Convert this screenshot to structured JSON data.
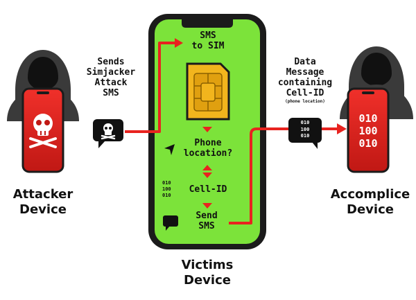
{
  "colors": {
    "red": "#e8231f",
    "dark_red": "#b01412",
    "green": "#7ce33a",
    "phone_body": "#1b1b1b",
    "black": "#111111",
    "sim_gold": "#f2b51d"
  },
  "attacker": {
    "caption_line1": "Sends",
    "caption_line2": "Simjacker",
    "caption_line3": "Attack",
    "caption_line4": "SMS",
    "label_line1": "Attacker",
    "label_line2": "Device",
    "icon": "skull-icon"
  },
  "victim": {
    "step1_line1": "SMS",
    "step1_line2": "to SIM",
    "step2_line1": "Phone",
    "step2_line2": "location?",
    "step3": "Cell-ID",
    "step4_line1": "Send",
    "step4_line2": "SMS",
    "binary_line1": "010",
    "binary_line2": "100",
    "binary_line3": "010",
    "label_line1": "Victims",
    "label_line2": "Device"
  },
  "accomplice": {
    "caption_line1": "Data",
    "caption_line2": "Message",
    "caption_line3": "containing",
    "caption_line4": "Cell-ID",
    "caption_sub": "(phone location)",
    "bubble_line1": "010",
    "bubble_line2": "100",
    "bubble_line3": "010",
    "phone_line1": "010",
    "phone_line2": "100",
    "phone_line3": "010",
    "label_line1": "Accomplice",
    "label_line2": "Device"
  }
}
